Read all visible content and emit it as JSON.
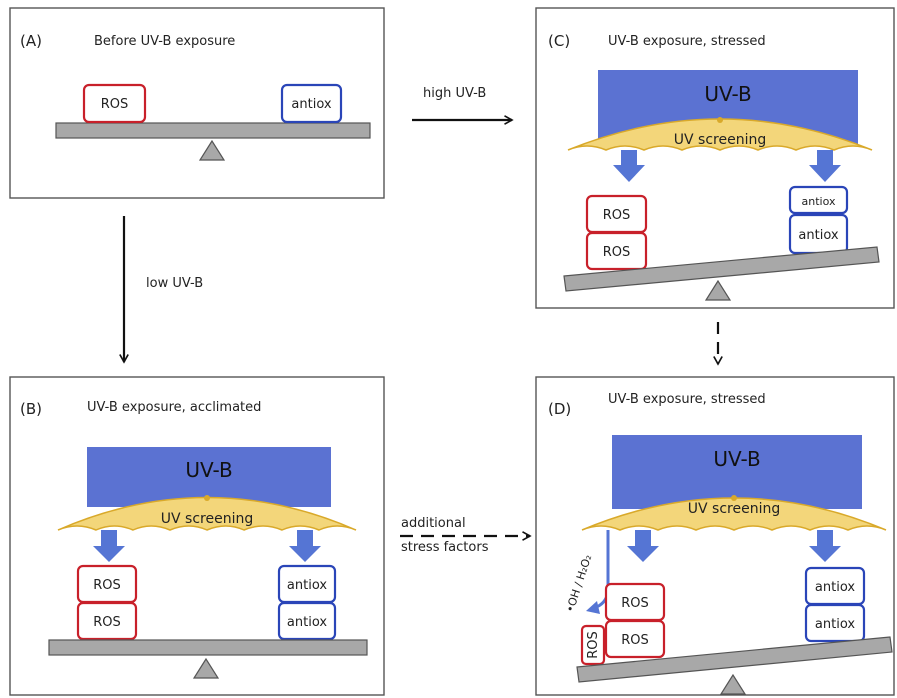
{
  "panels": {
    "a": {
      "letter": "(A)",
      "title": "Before UV-B exposure"
    },
    "b": {
      "letter": "(B)",
      "title": "UV-B exposure, acclimated"
    },
    "c": {
      "letter": "(C)",
      "title": "UV-B exposure, stressed"
    },
    "d": {
      "letter": "(D)",
      "title": "UV-B exposure, stressed"
    }
  },
  "labels": {
    "ros": "ROS",
    "antiox": "antiox",
    "uvb": "UV-B",
    "uv_screening": "UV screening",
    "radical_species": "•OH / H₂O₂"
  },
  "transitions": {
    "high_uvb": "high UV-B",
    "low_uvb": "low UV-B",
    "additional_line1": "additional",
    "additional_line2": "stress factors"
  },
  "colors": {
    "ros_border": "#c8202a",
    "antiox_border": "#2a45b8",
    "uvb_block": "#5b72d2",
    "uv_screening": "#f3d67a",
    "balance": "#a8a8a8"
  }
}
